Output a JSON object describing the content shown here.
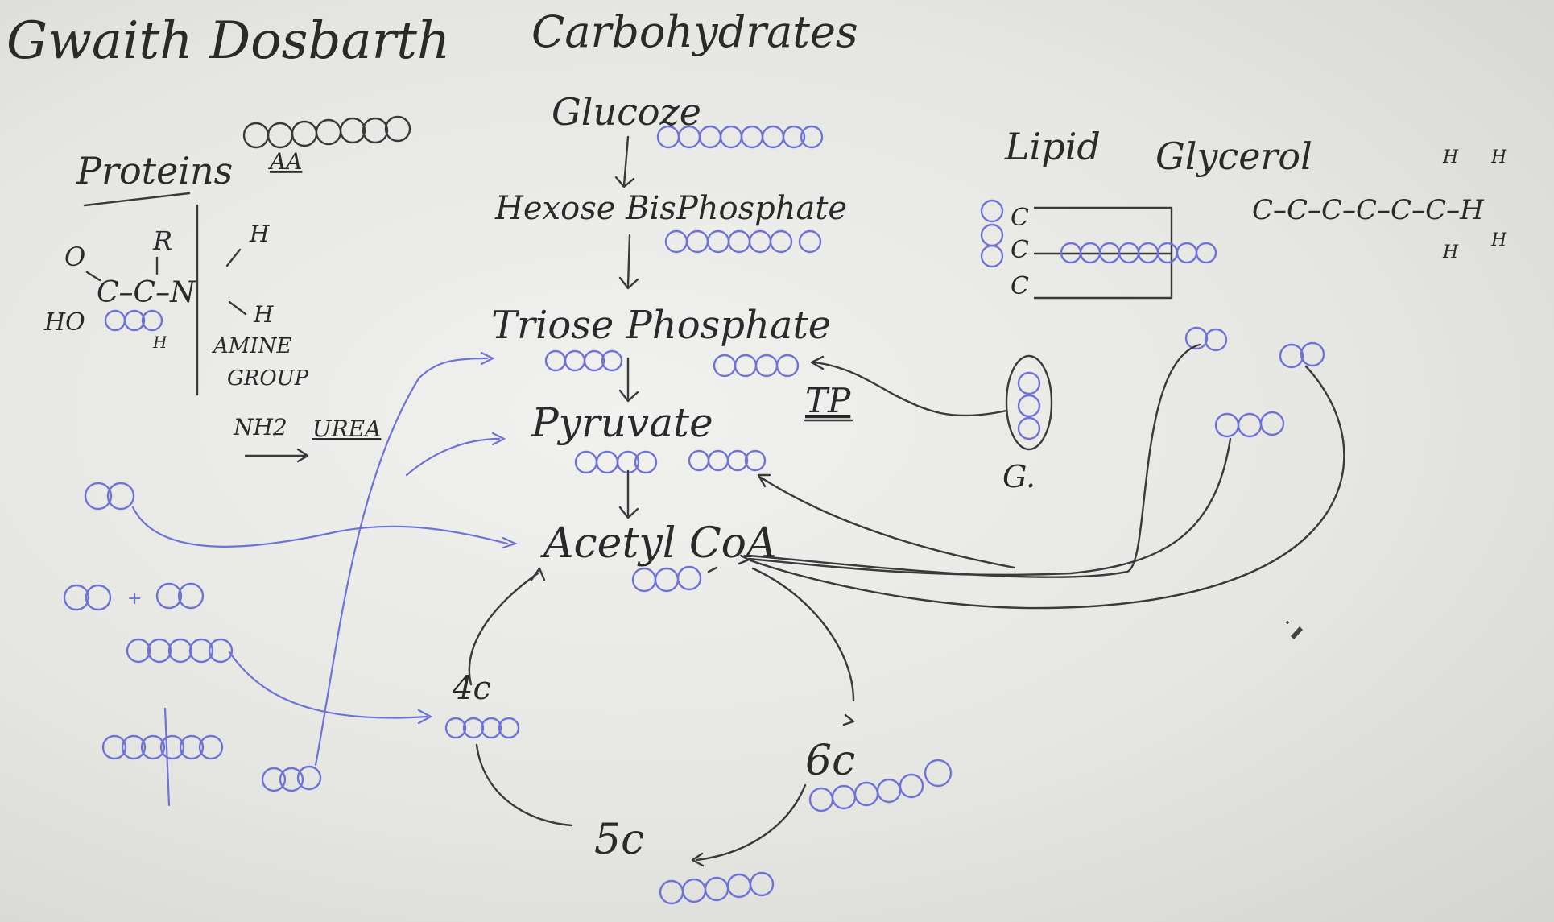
{
  "headings": {
    "title": "Gwaith Dosbarth",
    "carbohydrates": "Carbohydrates",
    "glucose": "Glucoze",
    "hexose_bisphosphate": "Hexose BisPhosphate",
    "triose_phosphate": "Triose Phosphate",
    "tp": "TP",
    "pyruvate": "Pyruvate",
    "acetyl_coa": "Acetyl CoA",
    "lipid": "Lipid",
    "glycerol": "Glycerol",
    "g": "G.",
    "proteins": "Proteins",
    "aa": "AA",
    "amine_group": "AMINE",
    "group": "GROUP",
    "nh2": "NH2",
    "urea": "UREA",
    "c4": "4c",
    "c5": "5c",
    "c6": "6c"
  },
  "structure": {
    "o": "O",
    "r": "R",
    "h_top": "H",
    "c_c_n": "C–C–N",
    "ho": "HO",
    "h_n": "H",
    "h_c": "H",
    "fatty_chain": "C–C–C–C–C–C–H",
    "h_up1": "H",
    "h_up2": "H",
    "h_dn1": "H",
    "h_dn2": "H"
  },
  "colors": {
    "ink": "#3a3a3a",
    "blue_marker": "#6f73d6",
    "board": "#ececea"
  }
}
